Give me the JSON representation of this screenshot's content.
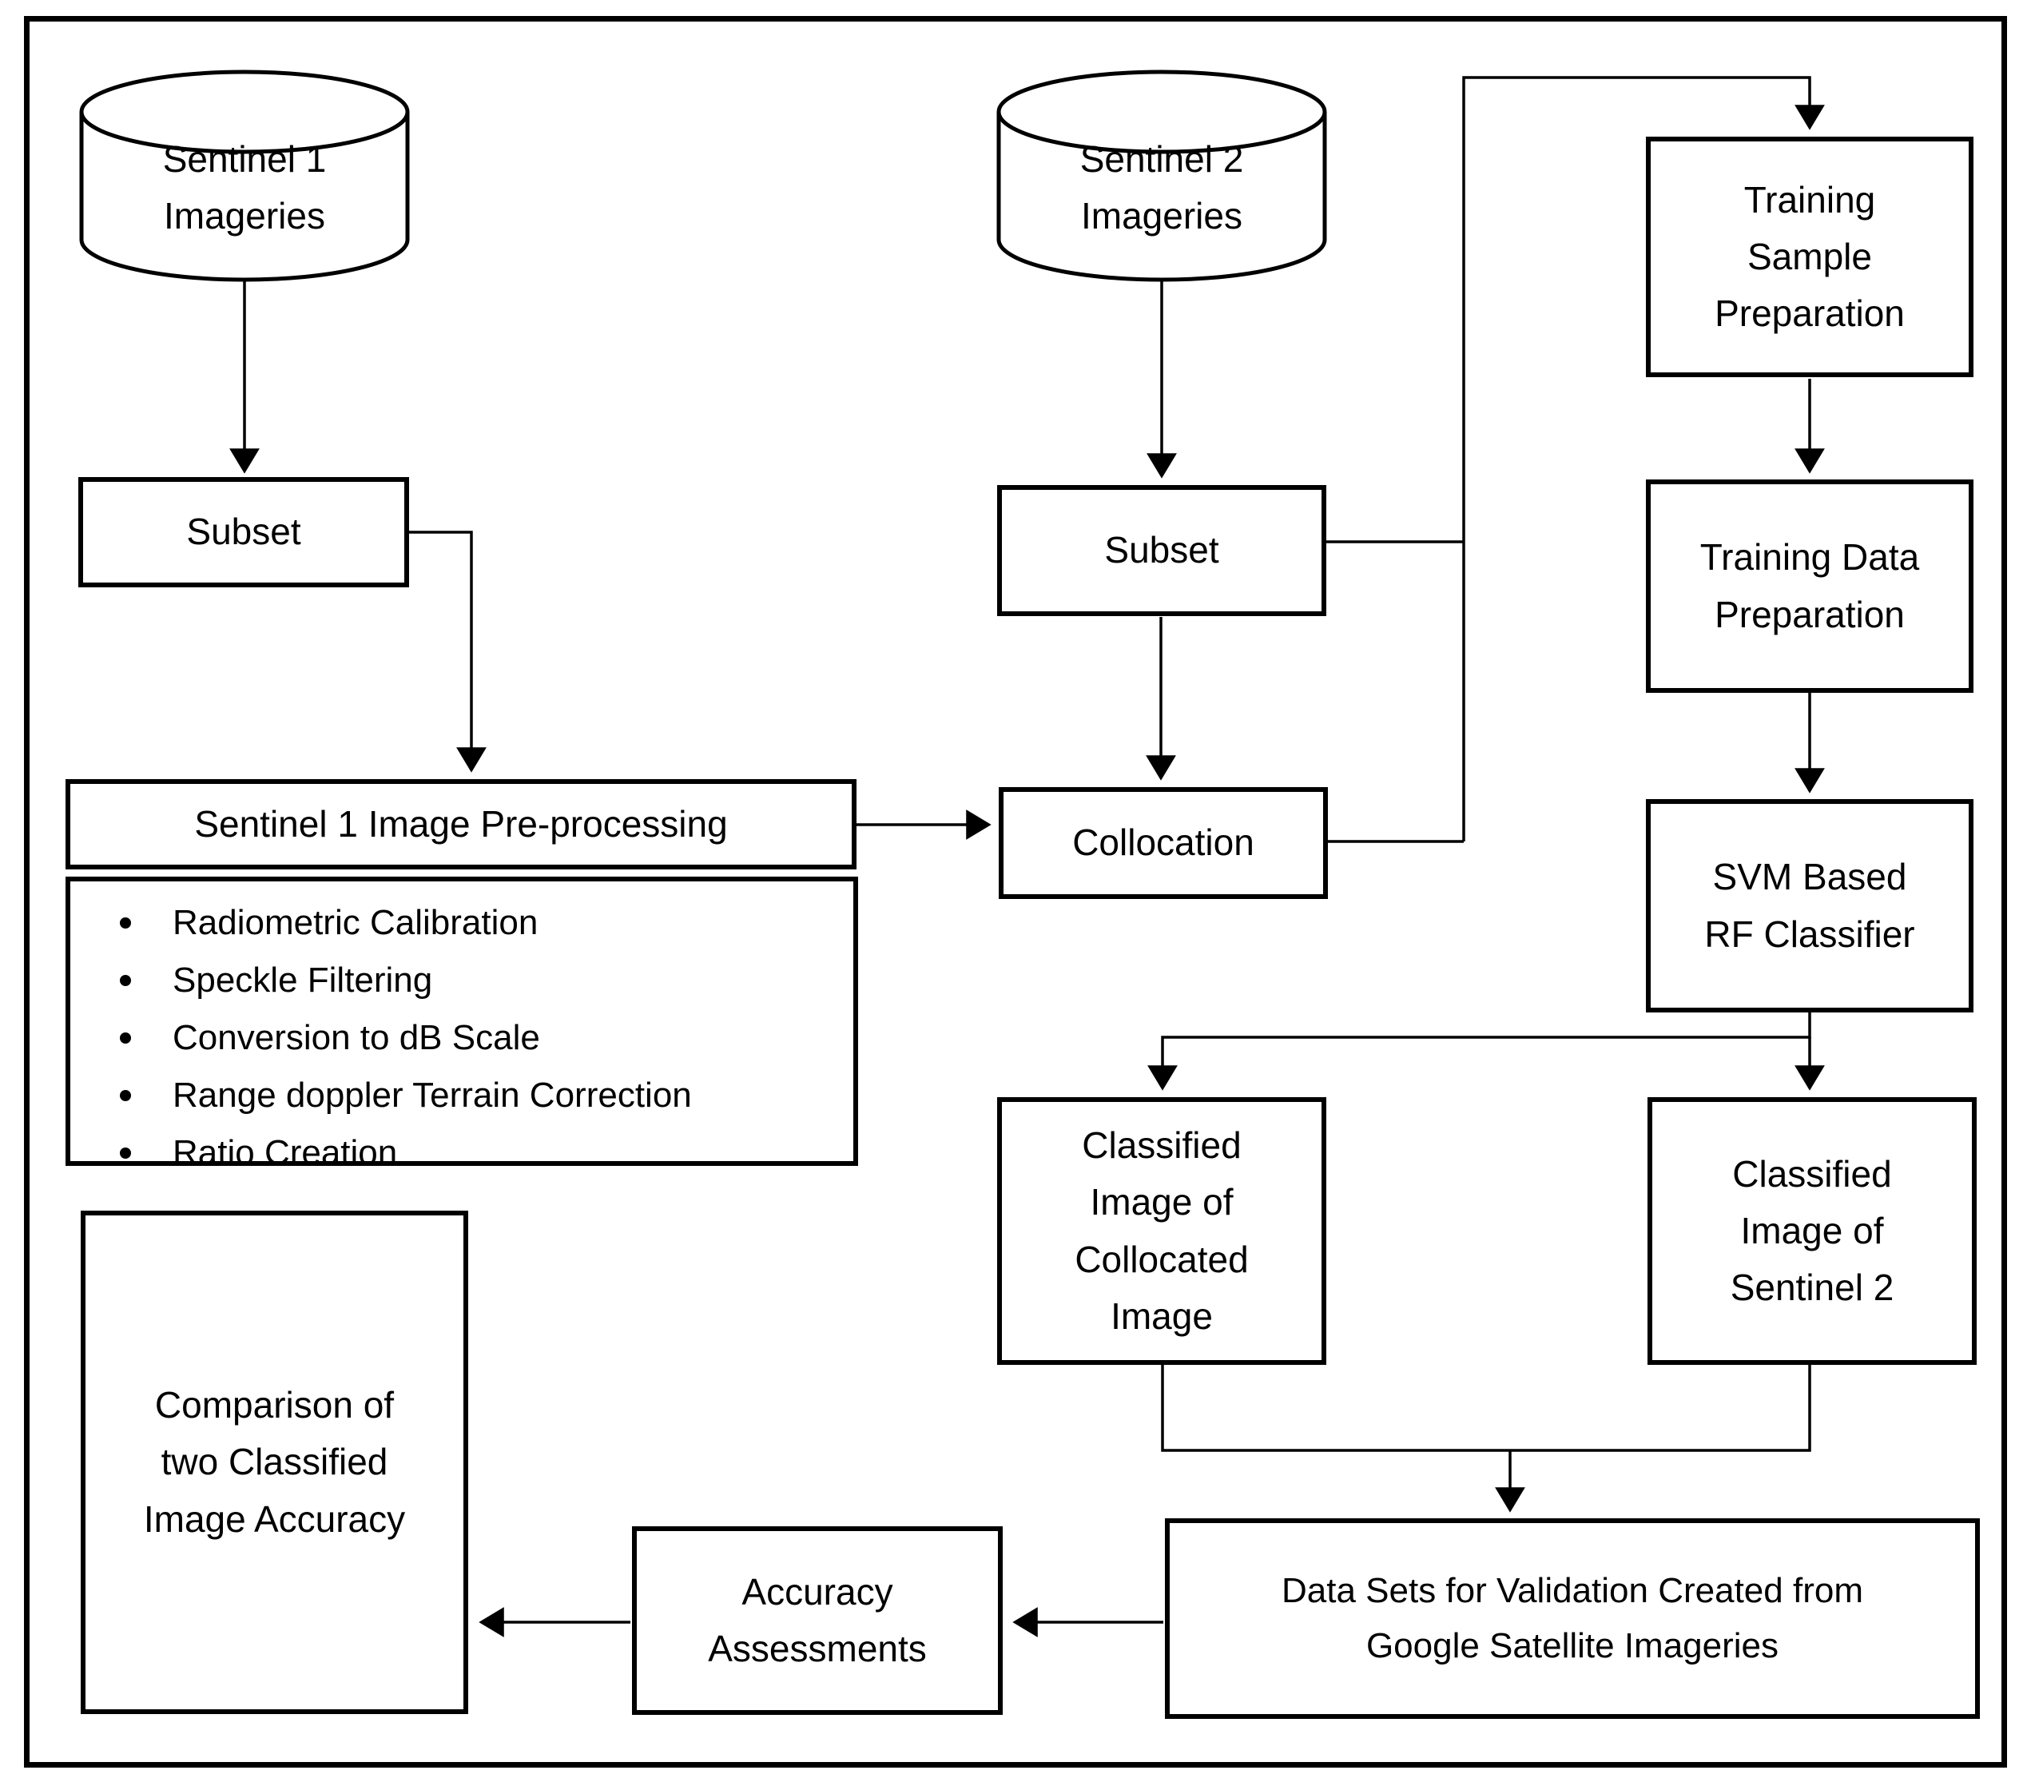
{
  "diagram": {
    "type": "flowchart",
    "background_color": "#ffffff",
    "line_color": "#000000",
    "nodes": {
      "sentinel1_db": {
        "label": "Sentinel 1\nImageries",
        "shape": "cylinder"
      },
      "sentinel2_db": {
        "label": "Sentinel 2\nImageries",
        "shape": "cylinder"
      },
      "subset1": {
        "label": "Subset",
        "shape": "box"
      },
      "subset2": {
        "label": "Subset",
        "shape": "box"
      },
      "preprocessing": {
        "title": "Sentinel 1 Image Pre-processing",
        "steps": [
          "Radiometric Calibration",
          "Speckle Filtering",
          "Conversion to dB Scale",
          "Range doppler Terrain Correction",
          "Ratio Creation"
        ]
      },
      "collocation": {
        "label": "Collocation",
        "shape": "box"
      },
      "training_sample_preparation": {
        "label": "Training\nSample\nPreparation",
        "shape": "box"
      },
      "training_data_preparation": {
        "label": "Training Data\nPreparation",
        "shape": "box"
      },
      "svm_rf_classifier": {
        "label": "SVM Based\nRF Classifier",
        "shape": "box"
      },
      "classified_collocated": {
        "label": "Classified\nImage of\nCollocated\nImage",
        "shape": "box"
      },
      "classified_sentinel2": {
        "label": "Classified\nImage of\nSentinel 2",
        "shape": "box"
      },
      "validation_datasets": {
        "label": "Data Sets for Validation Created from\nGoogle Satellite Imageries",
        "shape": "box"
      },
      "accuracy_assessments": {
        "label": "Accuracy\nAssessments",
        "shape": "box"
      },
      "comparison": {
        "label": "Comparison of\ntwo Classified\nImage Accuracy",
        "shape": "box"
      }
    },
    "edges": [
      "sentinel1_db -> subset1",
      "subset1 -> preprocessing",
      "preprocessing -> collocation",
      "sentinel2_db -> subset2",
      "subset2 -> collocation",
      "subset2 -> training_sample_preparation",
      "collocation -> training_sample_preparation",
      "training_sample_preparation -> training_data_preparation",
      "training_data_preparation -> svm_rf_classifier",
      "svm_rf_classifier -> classified_collocated",
      "svm_rf_classifier -> classified_sentinel2",
      "classified_collocated -> validation_datasets",
      "classified_sentinel2 -> validation_datasets",
      "validation_datasets -> accuracy_assessments",
      "accuracy_assessments -> comparison"
    ]
  }
}
